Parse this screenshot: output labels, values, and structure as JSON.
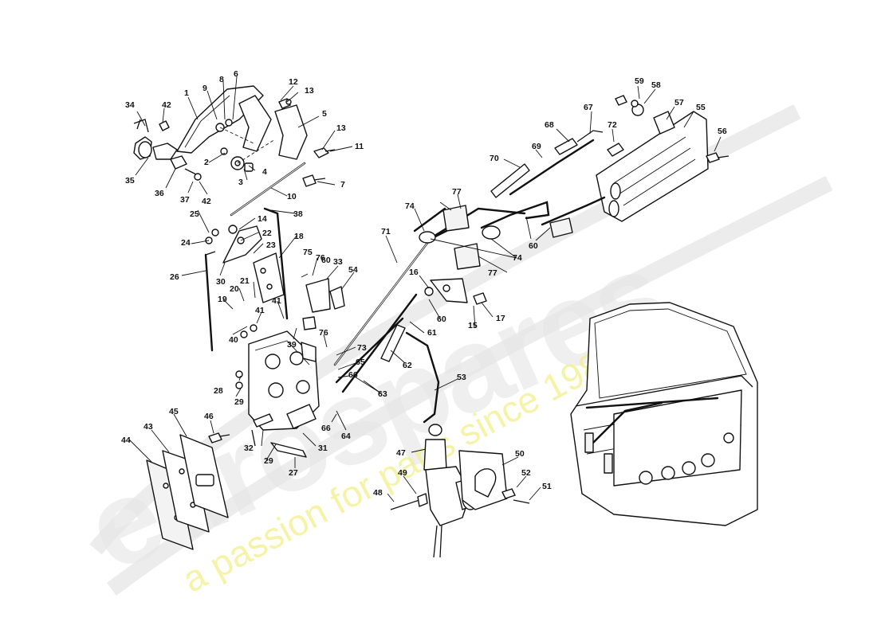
{
  "watermark": {
    "brand": "eurospares",
    "tagline": "a passion for parts since 1985",
    "tagline_color": "#f2f08a"
  },
  "callouts": [
    "1",
    "2",
    "3",
    "4",
    "5",
    "6",
    "7",
    "8",
    "9",
    "10",
    "11",
    "12",
    "13",
    "13",
    "14",
    "15",
    "16",
    "17",
    "18",
    "19",
    "20",
    "21",
    "22",
    "23",
    "24",
    "25",
    "26",
    "27",
    "28",
    "29",
    "29",
    "30",
    "31",
    "32",
    "33",
    "34",
    "35",
    "36",
    "37",
    "38",
    "39",
    "40",
    "41",
    "41",
    "42",
    "42",
    "43",
    "44",
    "45",
    "46",
    "47",
    "48",
    "49",
    "50",
    "51",
    "52",
    "53",
    "54",
    "55",
    "56",
    "57",
    "58",
    "59",
    "60",
    "60",
    "60",
    "61",
    "62",
    "63",
    "64",
    "65",
    "66",
    "66",
    "67",
    "68",
    "69",
    "70",
    "71",
    "72",
    "73",
    "74",
    "74",
    "75",
    "76",
    "76",
    "77",
    "77"
  ]
}
